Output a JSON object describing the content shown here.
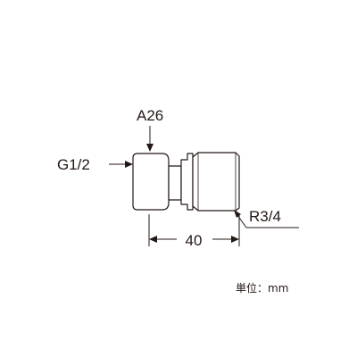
{
  "diagram": {
    "label_top": "A26",
    "label_left": "G1/2",
    "label_right": "R3/4",
    "dimension_length": "40",
    "unit_note": "単位：mm"
  },
  "colors": {
    "line": "#231815",
    "background": "#ffffff"
  }
}
